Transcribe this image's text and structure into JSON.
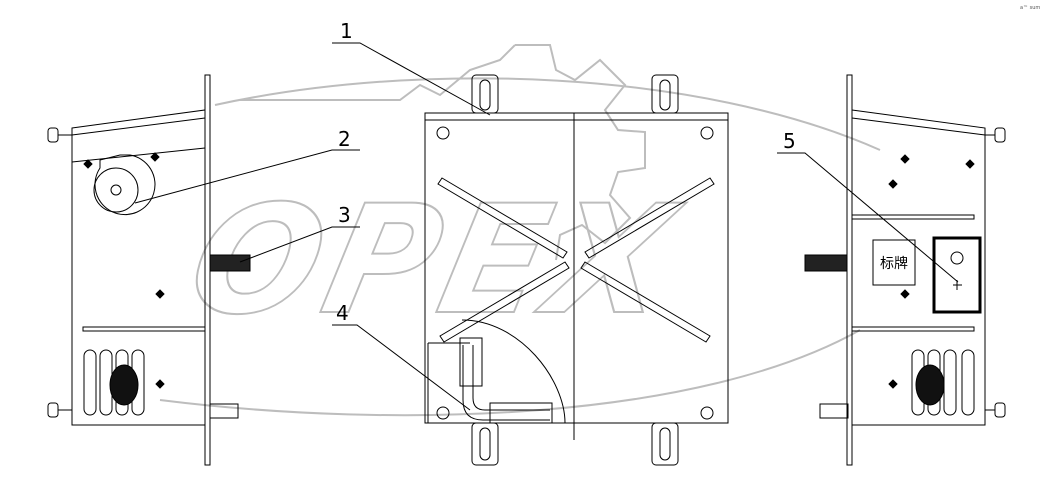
{
  "callouts": {
    "c1": "1",
    "c2": "2",
    "c3": "3",
    "c4": "4",
    "c5": "5"
  },
  "plate_text": "标牌",
  "watermark_text": "OPEX",
  "corner_text": "a™ sum",
  "colors": {
    "line": "#000000",
    "watermark": "#bdbdbd"
  }
}
